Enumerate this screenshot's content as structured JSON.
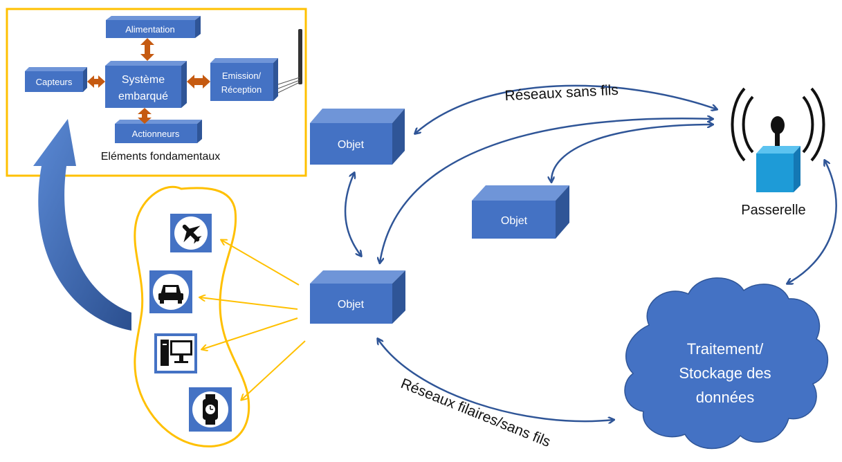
{
  "embedded": {
    "caption": "Eléments fondamentaux",
    "power": "Alimentation",
    "system_line1": "Système",
    "system_line2": "embarqué",
    "sensors": "Capteurs",
    "radio_line1": "Emission/",
    "radio_line2": "Réception",
    "actuators": "Actionneurs"
  },
  "objects": {
    "top": "Objet",
    "middle": "Objet",
    "bottom": "Objet"
  },
  "gateway": {
    "label": "Passerelle"
  },
  "cloud": {
    "line1": "Traitement/",
    "line2": "Stockage des",
    "line3": "données"
  },
  "links": {
    "wireless": "Réseaux sans fils",
    "wired": "Réseaux filaires/sans fils"
  },
  "icons": [
    "airplane-icon",
    "car-icon",
    "desktop-computer-icon",
    "smartwatch-icon"
  ],
  "colors": {
    "box": "#4472c4",
    "arrow": "#2f5597",
    "highlight": "#ffc000",
    "link_arrow": "#c55a11",
    "antenna_box": "#1e9bd7"
  }
}
